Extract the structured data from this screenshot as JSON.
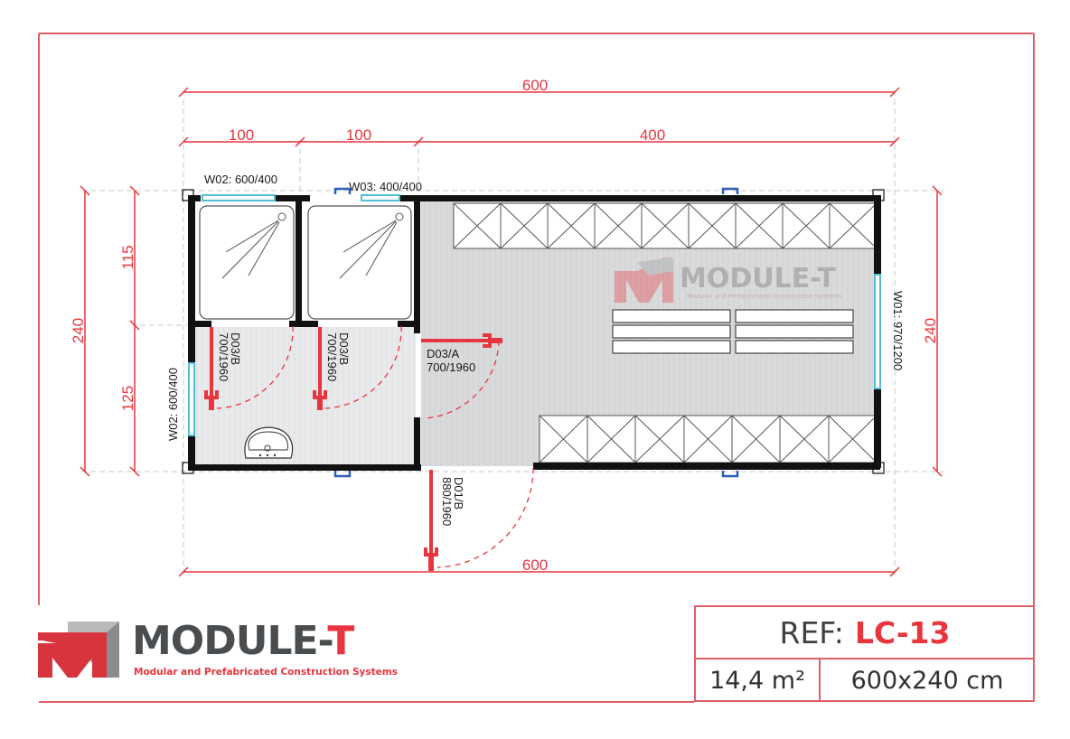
{
  "brand": {
    "name_prefix": "MODULE-",
    "name_suffix": "T",
    "tagline": "Modular and Prefabricated Construction Systems",
    "accent_color": "#e8353e",
    "dark_color": "#4a4d50"
  },
  "title_block": {
    "ref_label": "REF:",
    "ref_code": "LC-13",
    "area": "14,4 m²",
    "dimensions": "600x240 cm"
  },
  "dimensions": {
    "top_total": "600",
    "top_segments": [
      "100",
      "100",
      "400"
    ],
    "bottom_total": "600",
    "left_total": "240",
    "left_segments": [
      "115",
      "125"
    ],
    "right_total": "240",
    "unit": "cm"
  },
  "windows": {
    "w02_top": "W02: 600/400",
    "w03_top": "W03: 400/400",
    "w02_left": "W02: 600/400",
    "w01_right": "W01: 970/1200"
  },
  "doors": {
    "d03b_1": {
      "code": "D03/B",
      "size": "700/1960"
    },
    "d03b_2": {
      "code": "D03/B",
      "size": "700/1960"
    },
    "d03a": {
      "code": "D03/A",
      "size": "700/1960"
    },
    "d01b": {
      "code": "D01/B",
      "size": "880/1960"
    }
  },
  "rooms": {
    "shower_1": "shower",
    "shower_2": "shower",
    "washroom": "washbasin",
    "locker_room": "lockers and benches"
  },
  "watermark": {
    "name": "MODULE-T",
    "tagline": "Modular and Prefabricated Construction Systems"
  }
}
